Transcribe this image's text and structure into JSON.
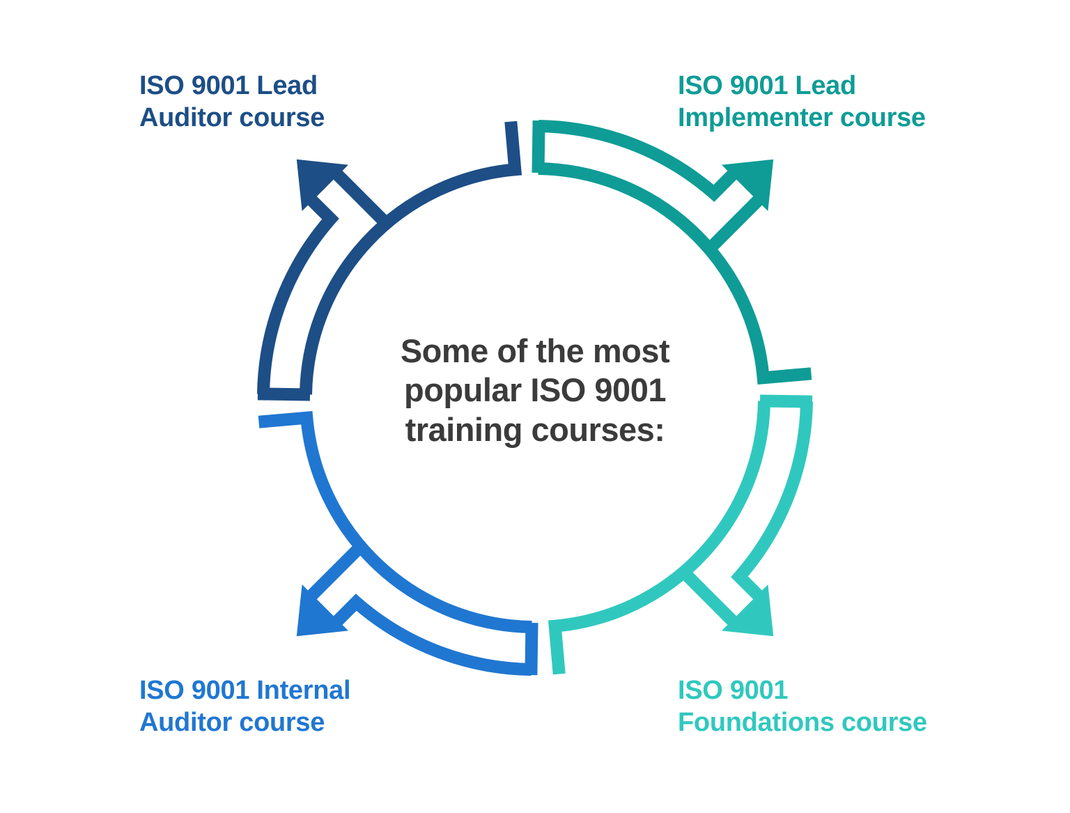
{
  "canvas": {
    "background": "#ffffff"
  },
  "center_text": {
    "lines": [
      "Some of the most",
      "popular ISO 9001",
      "training courses:"
    ],
    "color": "#3b3b3b"
  },
  "labels": {
    "top_left": {
      "lines": [
        "ISO 9001 Lead",
        "Auditor course"
      ],
      "color": "#1d4e86"
    },
    "top_right": {
      "lines": [
        "ISO 9001 Lead",
        "Implementer course"
      ],
      "color": "#0f9c96"
    },
    "bottom_left": {
      "lines": [
        "ISO 9001 Internal",
        "Auditor course"
      ],
      "color": "#2077d1"
    },
    "bottom_right": {
      "lines": [
        "ISO 9001",
        "Foundations course"
      ],
      "color": "#30c8be"
    }
  },
  "arrows": {
    "top_left": {
      "color": "#1d4e86",
      "direction": "outward-up-left"
    },
    "top_right": {
      "color": "#0f9c96",
      "direction": "outward-up-right"
    },
    "bottom_right": {
      "color": "#30c8be",
      "direction": "outward-down-right"
    },
    "bottom_left": {
      "color": "#2077d1",
      "direction": "outward-down-left"
    }
  }
}
